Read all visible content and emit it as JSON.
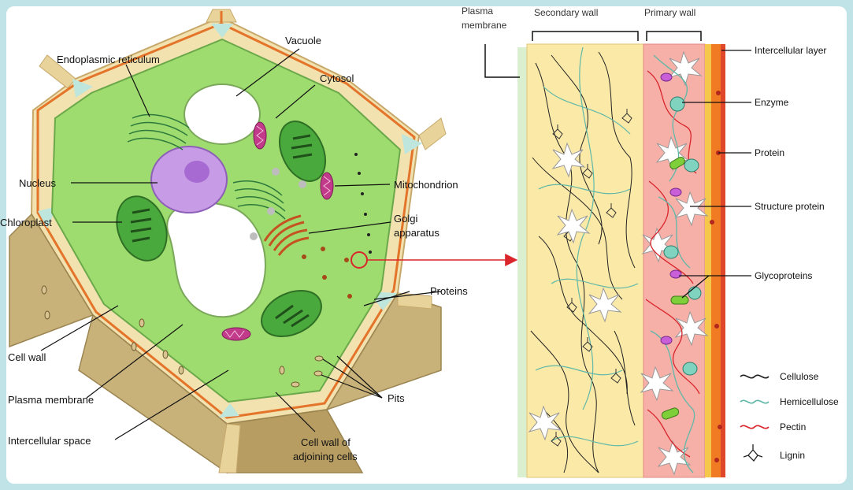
{
  "left_labels": {
    "endoplasmic_reticulum": "Endoplasmic reticulum",
    "vacuole": "Vacuole",
    "cytosol": "Cytosol",
    "nucleus": "Nucleus",
    "mitochondrion": "Mitochondrion",
    "chloroplast": "Chloroplast",
    "golgi_line1": "Golgi",
    "golgi_line2": "apparatus",
    "proteins": "Proteins",
    "cell_wall": "Cell wall",
    "plasma_membrane": "Plasma membrane",
    "pits": "Pits",
    "intercellular_space": "Intercellular space",
    "adjoining_line1": "Cell wall of",
    "adjoining_line2": "adjoining cells"
  },
  "right_labels": {
    "plasma_membrane_line1": "Plasma",
    "plasma_membrane_line2": "membrane",
    "secondary_wall": "Secondary wall",
    "primary_wall": "Primary wall",
    "intercellular_layer": "Intercellular layer",
    "enzyme": "Enzyme",
    "protein": "Protein",
    "structure_protein": "Structure protein",
    "glycoproteins": "Glycoproteins"
  },
  "legend": [
    {
      "label": "Cellulose",
      "color": "#222222",
      "icon": "wavy-line-icon"
    },
    {
      "label": "Hemicellulose",
      "color": "#5fb8a8",
      "icon": "wavy-line-icon"
    },
    {
      "label": "Pectin",
      "color": "#d9252b",
      "icon": "wavy-line-icon"
    },
    {
      "label": "Lignin",
      "color": "#222222",
      "icon": "lignin-icon"
    }
  ],
  "colors": {
    "background": "#bfe3e6",
    "cytoplasm": "#9fdc6f",
    "cell_wall": "#e8d49b",
    "wall_side": "#c9b27a",
    "nucleus": "#c79be6",
    "chloroplast": "#3f9a36",
    "mitochondrion": "#c23a8a",
    "golgi": "#c4531f",
    "secondary_wall": "#fbe9a8",
    "primary_wall": "#f6b0a8",
    "middle_lamella": "#f07b22"
  }
}
